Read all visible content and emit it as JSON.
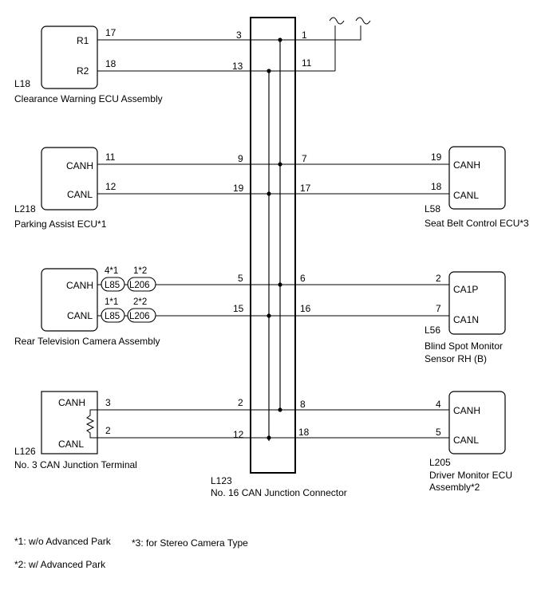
{
  "junction": {
    "code": "L123",
    "name": "No. 16 CAN Junction Connector"
  },
  "left_components": [
    {
      "key": "l18",
      "code": "L18",
      "name": "Clearance Warning ECU Assembly",
      "pins": [
        {
          "label": "R1",
          "pin": "17",
          "jc_pin": "3"
        },
        {
          "label": "R2",
          "pin": "18",
          "jc_pin": "13"
        }
      ]
    },
    {
      "key": "l218",
      "code": "L218",
      "name": "Parking Assist ECU*1",
      "pins": [
        {
          "label": "CANH",
          "pin": "11",
          "jc_pin": "9"
        },
        {
          "label": "CANL",
          "pin": "12",
          "jc_pin": "19"
        }
      ]
    },
    {
      "key": "rtv",
      "code": "",
      "name": "Rear Television Camera Assembly",
      "pins": [
        {
          "label": "CANH",
          "jc_pin": "5",
          "connectors": [
            {
              "pin": "4*1",
              "conn": "L85"
            },
            {
              "pin": "1*2",
              "conn": "L206"
            }
          ]
        },
        {
          "label": "CANL",
          "jc_pin": "15",
          "connectors": [
            {
              "pin": "1*1",
              "conn": "L85"
            },
            {
              "pin": "2*2",
              "conn": "L206"
            }
          ]
        }
      ]
    },
    {
      "key": "l126",
      "code": "L126",
      "name": "No. 3 CAN Junction Terminal",
      "pins": [
        {
          "label": "CANH",
          "pin": "3",
          "jc_pin": "2"
        },
        {
          "label": "CANL",
          "pin": "2",
          "jc_pin": "12"
        }
      ]
    }
  ],
  "right_components": [
    {
      "key": "top",
      "code": "",
      "name": "",
      "pins": [
        {
          "jc_pin": "1"
        },
        {
          "jc_pin": "11"
        }
      ]
    },
    {
      "key": "l58",
      "code": "L58",
      "name": "Seat Belt Control ECU*3",
      "pins": [
        {
          "label": "CANH",
          "pin": "19",
          "jc_pin": "7"
        },
        {
          "label": "CANL",
          "pin": "18",
          "jc_pin": "17"
        }
      ]
    },
    {
      "key": "l56",
      "code": "L56",
      "name_line1": "Blind Spot Monitor",
      "name_line2": "Sensor RH (B)",
      "pins": [
        {
          "label": "CA1P",
          "pin": "2",
          "jc_pin": "6"
        },
        {
          "label": "CA1N",
          "pin": "7",
          "jc_pin": "16"
        }
      ]
    },
    {
      "key": "l205",
      "code": "L205",
      "name_line1": "Driver Monitor ECU",
      "name_line2": "Assembly*2",
      "pins": [
        {
          "label": "CANH",
          "pin": "4",
          "jc_pin": "8"
        },
        {
          "label": "CANL",
          "pin": "5",
          "jc_pin": "18"
        }
      ]
    }
  ],
  "footnotes": {
    "n1": "*1: w/o Advanced Park",
    "n2": "*2: w/ Advanced Park",
    "n3": "*3: for Stereo Camera Type"
  }
}
